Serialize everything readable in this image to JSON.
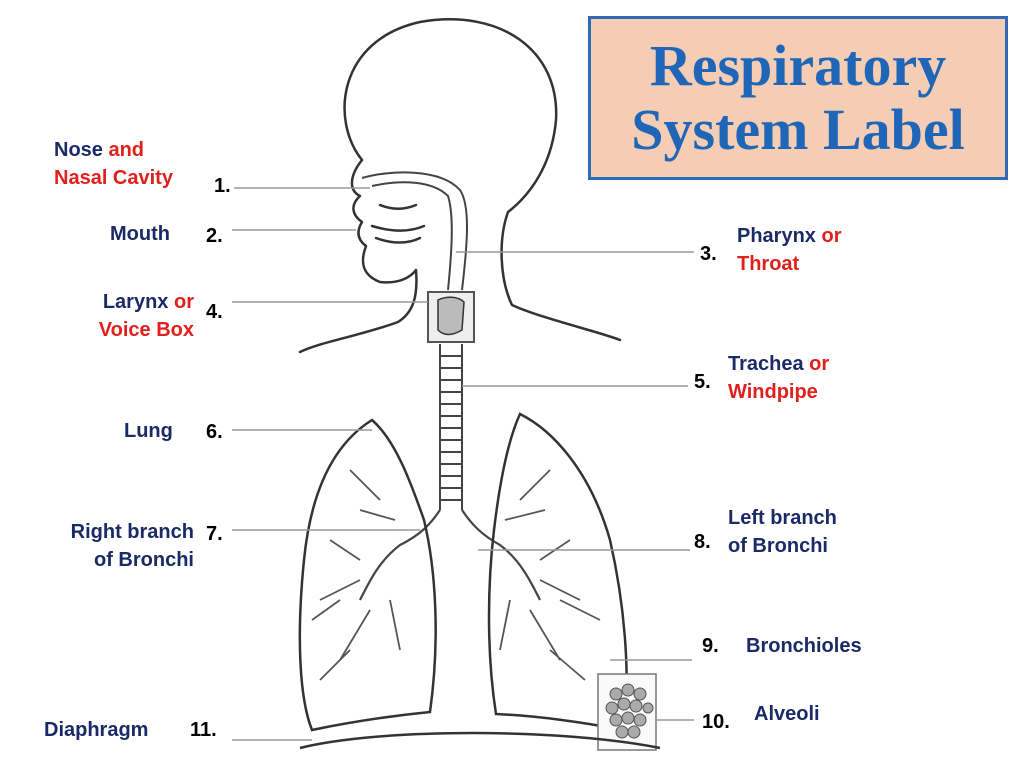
{
  "title": {
    "line1": "Respiratory",
    "line2": "System Label"
  },
  "labels": {
    "nose": {
      "a": "Nose",
      "b": "and",
      "c": "Nasal Cavity"
    },
    "mouth": "Mouth",
    "larynx": {
      "a": "Larynx",
      "b": "or",
      "c": "Voice Box"
    },
    "lung": "Lung",
    "right_bronchi": {
      "a": "Right branch",
      "b": "of Bronchi"
    },
    "diaphragm": "Diaphragm",
    "pharynx": {
      "a": "Pharynx",
      "b": "or",
      "c": "Throat"
    },
    "trachea": {
      "a": "Trachea",
      "b": "or",
      "c": "Windpipe"
    },
    "left_bronchi": {
      "a": "Left branch",
      "b": "of Bronchi"
    },
    "bronchioles": "Bronchioles",
    "alveoli": "Alveoli"
  },
  "numbers": [
    "1.",
    "2.",
    "3.",
    "4.",
    "5.",
    "6.",
    "7.",
    "8.",
    "9.",
    "10.",
    "11."
  ],
  "colors": {
    "title": "#1f66b8",
    "title_bg": "#f4cdb4",
    "label_blue": "#1a2a66",
    "label_red": "#e0201c"
  }
}
